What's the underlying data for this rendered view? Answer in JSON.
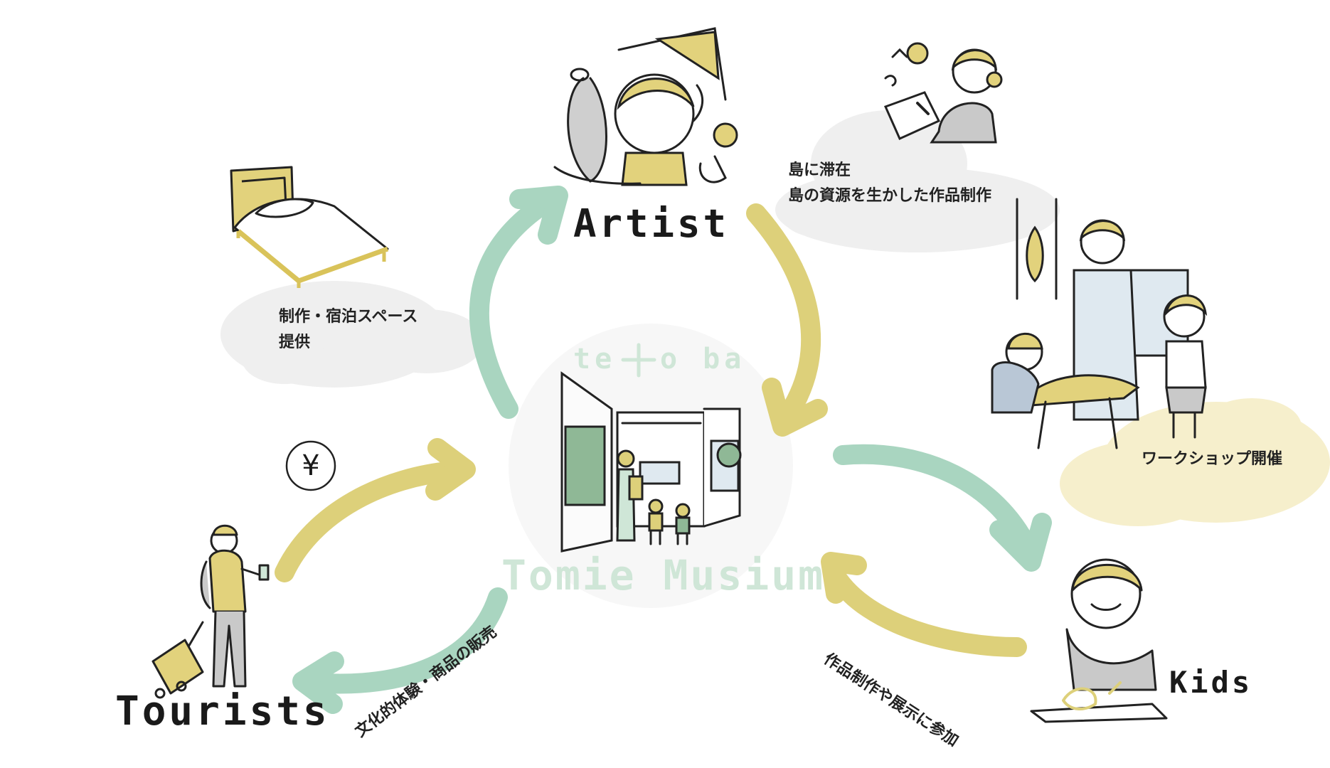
{
  "actors": {
    "artist": "Artist",
    "kids": "Kids",
    "tourists": "Tourists"
  },
  "center": {
    "logo_left": "te",
    "logo_right": "o ba",
    "name": "Tomie Musium"
  },
  "notes": {
    "space_line1": "制作・宿泊スペース",
    "space_line2": "提供",
    "stay_line1": "島に滞在",
    "stay_line2": "島の資源を生かした作品制作",
    "workshop": "ワークショップ開催",
    "participate": "作品制作や展示に参加",
    "sales": "文化的体験・商品の販売"
  },
  "icons": {
    "yen": "¥"
  },
  "colors": {
    "green": "#a9d5c0",
    "yellow": "#ddd07a",
    "ochre": "#d9c35a",
    "cloud": "#efefef",
    "cloud_yellow": "#f6efcc",
    "ink": "#1a1a1a"
  }
}
